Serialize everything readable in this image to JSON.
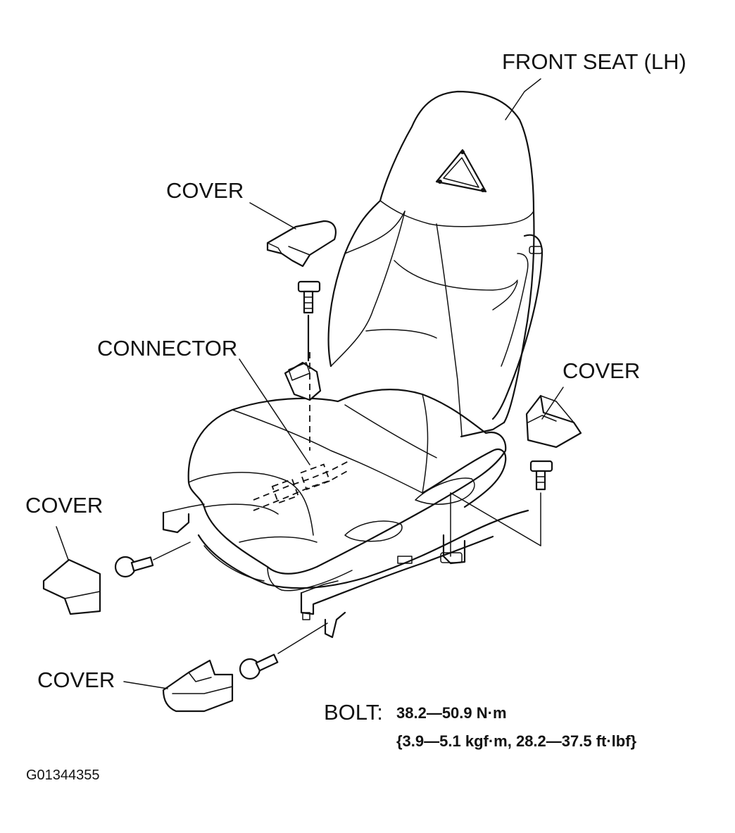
{
  "labels": {
    "front_seat": "FRONT SEAT (LH)",
    "cover_top": "COVER",
    "cover_right": "COVER",
    "cover_left": "COVER",
    "cover_bottom": "COVER",
    "connector": "CONNECTOR"
  },
  "bolt_spec": {
    "label": "BOLT:",
    "torque_nm": "38.2—50.9 N·m",
    "torque_alt": "{3.9—5.1 kgf·m, 28.2—37.5 ft·lbf}"
  },
  "figure_code": "G01344355"
}
